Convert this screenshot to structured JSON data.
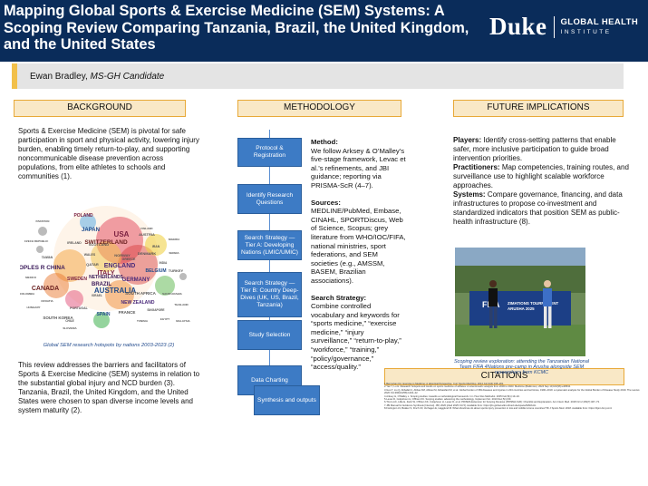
{
  "header": {
    "title": "Mapping Global Sports & Exercise Medicine (SEM) Systems: A Scoping Review Comparing Tanzania, Brazil, the United Kingdom, and the United States",
    "logo_main": "Duke",
    "logo_line1": "GLOBAL HEALTH",
    "logo_line2": "INSTITUTE"
  },
  "author": {
    "name": "Ewan Bradley,",
    "role": "MS-GH Candidate"
  },
  "sections": {
    "background": "BACKGROUND",
    "methodology": "METHODOLOGY",
    "future": "FUTURE IMPLICATIONS",
    "citations": "CITATIONS"
  },
  "background": {
    "p1": "Sports & Exercise Medicine (SEM) is pivotal for safe participation in sport and physical activity, lowering injury burden, enabling timely return-to-play, and supporting noncommunicable disease prevention across populations, from elite athletes to schools and communities (1).",
    "caption": "Global SEM research hotspots by nations 2003-2023 (2)",
    "p2": "This review addresses the barriers and facilitators of Sports & Exercise Medicine (SEM) systems in relation to the substantial global injury and NCD burden (3). Tanzania, Brazil, the United Kingdom, and the United States were chosen to span diverse income levels and system maturity (2).",
    "countries": [
      "USA",
      "ENGLAND",
      "AUSTRALIA",
      "CANADA",
      "PEOPLES R CHINA",
      "ITALY",
      "GERMANY",
      "JAPAN",
      "SWITZERLAND",
      "BRAZIL",
      "POLAND",
      "SOUTH KOREA",
      "SPAIN",
      "FRANCE",
      "NETHERLANDS",
      "SWEDEN",
      "NEW ZEALAND",
      "BELGIUM",
      "SOUTH AFRICA",
      "TURKEY",
      "AUSTRIA",
      "DENMARK",
      "NORWAY",
      "QATAR",
      "SCOTLAND",
      "IRAN",
      "PORTUGAL",
      "GREECE",
      "IRELAND",
      "WALES",
      "SINGAPORE",
      "INDIA",
      "CHILE",
      "ISRAEL",
      "TAIWAN",
      "SAUDI ARABIA",
      "FINLAND",
      "CZECH REPUBLIC",
      "SERBIA",
      "SLOVENIA",
      "CROATIA",
      "HUNGARY",
      "THAILAND",
      "MEXICO",
      "EGYPT",
      "NIGERIA",
      "PAKISTAN",
      "MALAYSIA",
      "COLOMBIA",
      "TUNISIA"
    ]
  },
  "flow": [
    "Protocol & Registration",
    "Identify Research Questions",
    "Search Strategy — Tier A: Developing Nations (LMIC/UMIC)",
    "Search Strategy — Tier B: Country Deep-Dives (UK, US, Brazil, Tanzania)",
    "Study Selection",
    "Data Charting",
    "Synthesis and outputs"
  ],
  "method": {
    "h1": "Method:",
    "t1": "We follow Arksey & O’Malley’s five-stage framework, Levac et al.’s refinements, and JBI guidance; reporting via PRISMA-ScR (4–7).",
    "h2": "Sources:",
    "t2": "MEDLINE/PubMed, Embase, CINAHL, SPORTDiscus, Web of Science, Scopus; grey literature from WHO/IOC/FIFA, national ministries, sport federations, and SEM societies (e.g., AMSSM, BASEM, Brazilian associations).",
    "h3": "Search Strategy:",
    "t3": "Combine controlled vocabulary and keywords for “sports medicine,” “exercise medicine,” “injury surveillance,” “return-to-play,” “workforce,” “training,” “policy/governance,” “access/quality.”"
  },
  "future": {
    "h1": "Players:",
    "t1": "Identify cross-setting patterns that enable safer, more inclusive participation to guide broad intervention priorities.",
    "h2": "Practitioners:",
    "t2": "Map competencies, training routes, and surveillance use to highlight scalable workforce approaches.",
    "h3": "Systems:",
    "t3": "Compare governance, financing, and data infrastructures to propose co-investment and standardized indicators that position SEM as public-health infrastructure (8).",
    "photo_banner": "ZIMATIONS TOURNAMENT\nARUSHA 2025",
    "photo_logo": "FIFA",
    "caption": "Scoping review exploration: attending the Tanzanian National Team FIFA 4Nations pre-camp in Arusha alongside SEM researchers from KCMC"
  },
  "citations": [
    "1.Bermuhan KA. Exercise is Medicine: A Historical Perspective. Curr Sports Med Rep. 2014 Jul;13(4):195–201.",
    "2.Yan Y, Lu H. Research hotspots and trends on sports medicine of athletes: A scientometric analysis from 2003 to 2023. Medicine (Baltimore). 2024 Sep 10;103(36):e39534.",
    "3.Guo T, Liu Q, Abbafati C, Abbas KM, Abbasi M, Abbasifard M, et al. Global burden of 369 diseases and injuries in 204 countries and territories, 1990–2019: a systematic analysis for the Global Burden of Disease Study 2019. The Lancet. 2020 Oct;396(10258):1204–22.",
    "4.Arksey H, O'Malley L. Scoping studies: towards a methodological framework. Int J Soc Res Methodol. 2005 Feb;8(1):19–32.",
    "5.Levac D, Colquhoun H, O'Brien KK. Scoping studies: advancing the methodology. Implement Sci. 2010 Dec;5(1):69.",
    "6.Tricco AC, Lillie E, Zarin W, O'Brien KK, Colquhoun H, Levac D, et al. PRISMA Extension for Scoping Reviews (PRISMA-ScR): Checklist and Explanation. Ann Intern Med. 2018 Oct 2;169(7):467–73.",
    "7.JBI Manual for Evidence Synthesis [Internet]. JBI; 2020 [cited 2025 Oct 5]. Available from: https://jbi-global-wiki.refined.site/space/MANUAL",
    "8.Fortington LV, Bekker S, Finch CF, Verhagen E, Hagglund M. What should we do about sports injury prevention in low and middle income countries? Br J Sports Med. 2018. Available from: https://bjsm.bmj.com/"
  ]
}
